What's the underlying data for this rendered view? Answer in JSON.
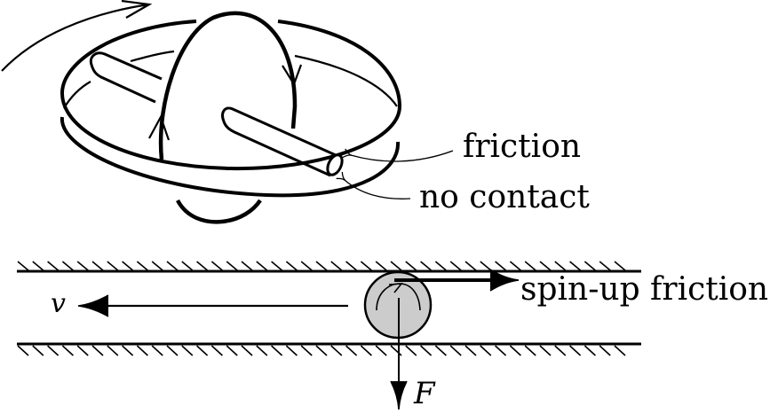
{
  "diagram": {
    "top": {
      "description": "Gyroscope: spinning disk inside a ring, axle touches ring",
      "labels": {
        "friction": "friction",
        "no_contact": "no contact"
      }
    },
    "bottom": {
      "description": "Ball rolling in a channel between two hatched walls",
      "labels": {
        "velocity": "v",
        "force": "F",
        "spin_up_friction": "spin-up friction"
      },
      "ball_fill": "#cccccc"
    },
    "colors": {
      "ink": "#000000",
      "background": "#ffffff"
    }
  }
}
